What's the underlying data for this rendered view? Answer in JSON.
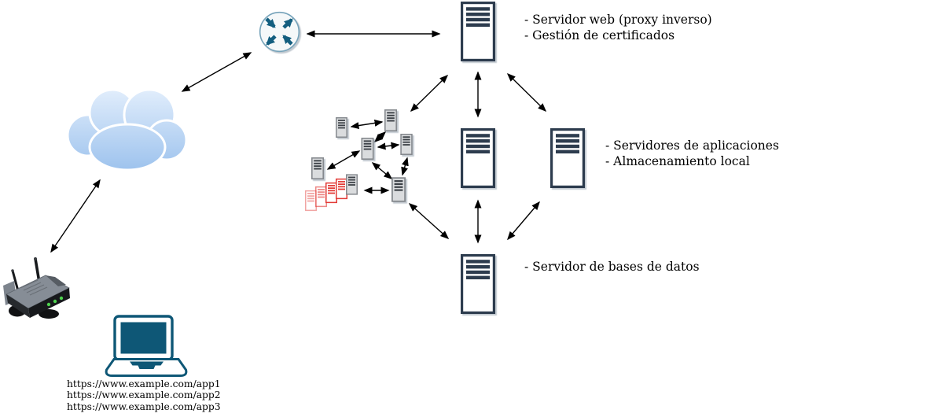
{
  "diagram": {
    "title": "network-architecture-diagram",
    "labels": {
      "web": [
        "- Servidor web (proxy inverso)",
        "- Gestión de certificados"
      ],
      "app": [
        "- Servidores de aplicaciones",
        "- Almacenamiento local"
      ],
      "db": "- Servidor de bases de datos"
    },
    "urls": [
      "https://www.example.com/app1",
      "https://www.example.com/app2",
      "https://www.example.com/app3"
    ],
    "icons": {
      "internet-cloud-icon": "blue gradient cloud",
      "router-icon": "circle with four teal arrows",
      "server-icon": "tower server rectangle with four bars",
      "cluster-node-icon": "small gray tower server",
      "replica-stack-icon": "cascading red tower servers",
      "wireless-modem-icon": "black wireless router with two antennas and green LEDs",
      "laptop-icon": "teal open laptop outline",
      "double-arrow": "black double-headed connector"
    },
    "colors": {
      "server_outline": "#2d3c4e",
      "teal_accent": "#0e5776",
      "router_arrow": "#135e7f",
      "router_ring": "#76a3ba",
      "cloud_blue_top": "#e7f1fd",
      "cloud_blue_bottom": "#9cc2ed",
      "cluster_gray": "#85898e",
      "replica_red": "#e23a36",
      "led_green": "#4ed24e",
      "arrow_black": "#000000"
    }
  }
}
